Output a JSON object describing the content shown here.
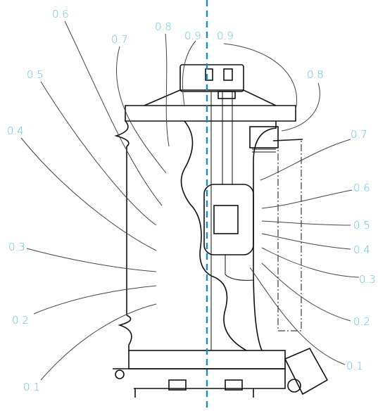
{
  "left_labels": [
    "0.6",
    "0.7",
    "0.8",
    "0.9",
    "0.5",
    "0.4",
    "0.3",
    "0.2",
    "0.1"
  ],
  "right_labels": [
    "0.9",
    "0.8",
    "0.7",
    "0.6",
    "0.5",
    "0.4",
    "0.3",
    "0.2",
    "0.1"
  ],
  "colors": {
    "label": "#5ec3d6",
    "axis": "#1a8fb0",
    "drawing": "#111111",
    "leader": "#444444"
  }
}
